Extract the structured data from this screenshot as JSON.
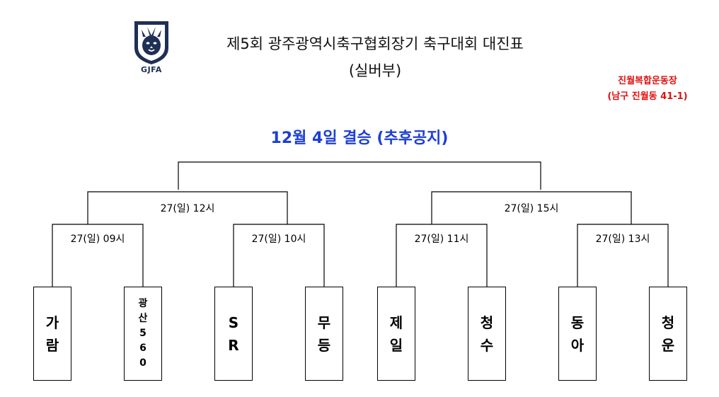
{
  "header": {
    "logo_text": "GJFA",
    "title": "제5회 광주광역시축구협회장기 축구대회 대진표",
    "subtitle": "(실버부)"
  },
  "venue": {
    "line1": "진월복합운동장",
    "line2": "(남구 진월동 41-1)"
  },
  "final": {
    "label": "12월 4일 결승 (추후공지)"
  },
  "semifinals": [
    {
      "label": "27(일) 12시"
    },
    {
      "label": "27(일) 15시"
    }
  ],
  "quarterfinals": [
    {
      "label": "27(일) 09시"
    },
    {
      "label": "27(일) 10시"
    },
    {
      "label": "27(일) 11시"
    },
    {
      "label": "27(일) 13시"
    }
  ],
  "teams": [
    {
      "chars": [
        "가",
        "람"
      ]
    },
    {
      "chars": [
        "광",
        "산",
        "5",
        "6",
        "0"
      ]
    },
    {
      "chars": [
        "S",
        "R"
      ]
    },
    {
      "chars": [
        "무",
        "등"
      ]
    },
    {
      "chars": [
        "제",
        "일"
      ]
    },
    {
      "chars": [
        "청",
        "수"
      ]
    },
    {
      "chars": [
        "동",
        "아"
      ]
    },
    {
      "chars": [
        "청",
        "운"
      ]
    }
  ],
  "colors": {
    "venue": "#e01010",
    "final": "#1d3fd6",
    "logo": "#1f2f55"
  }
}
